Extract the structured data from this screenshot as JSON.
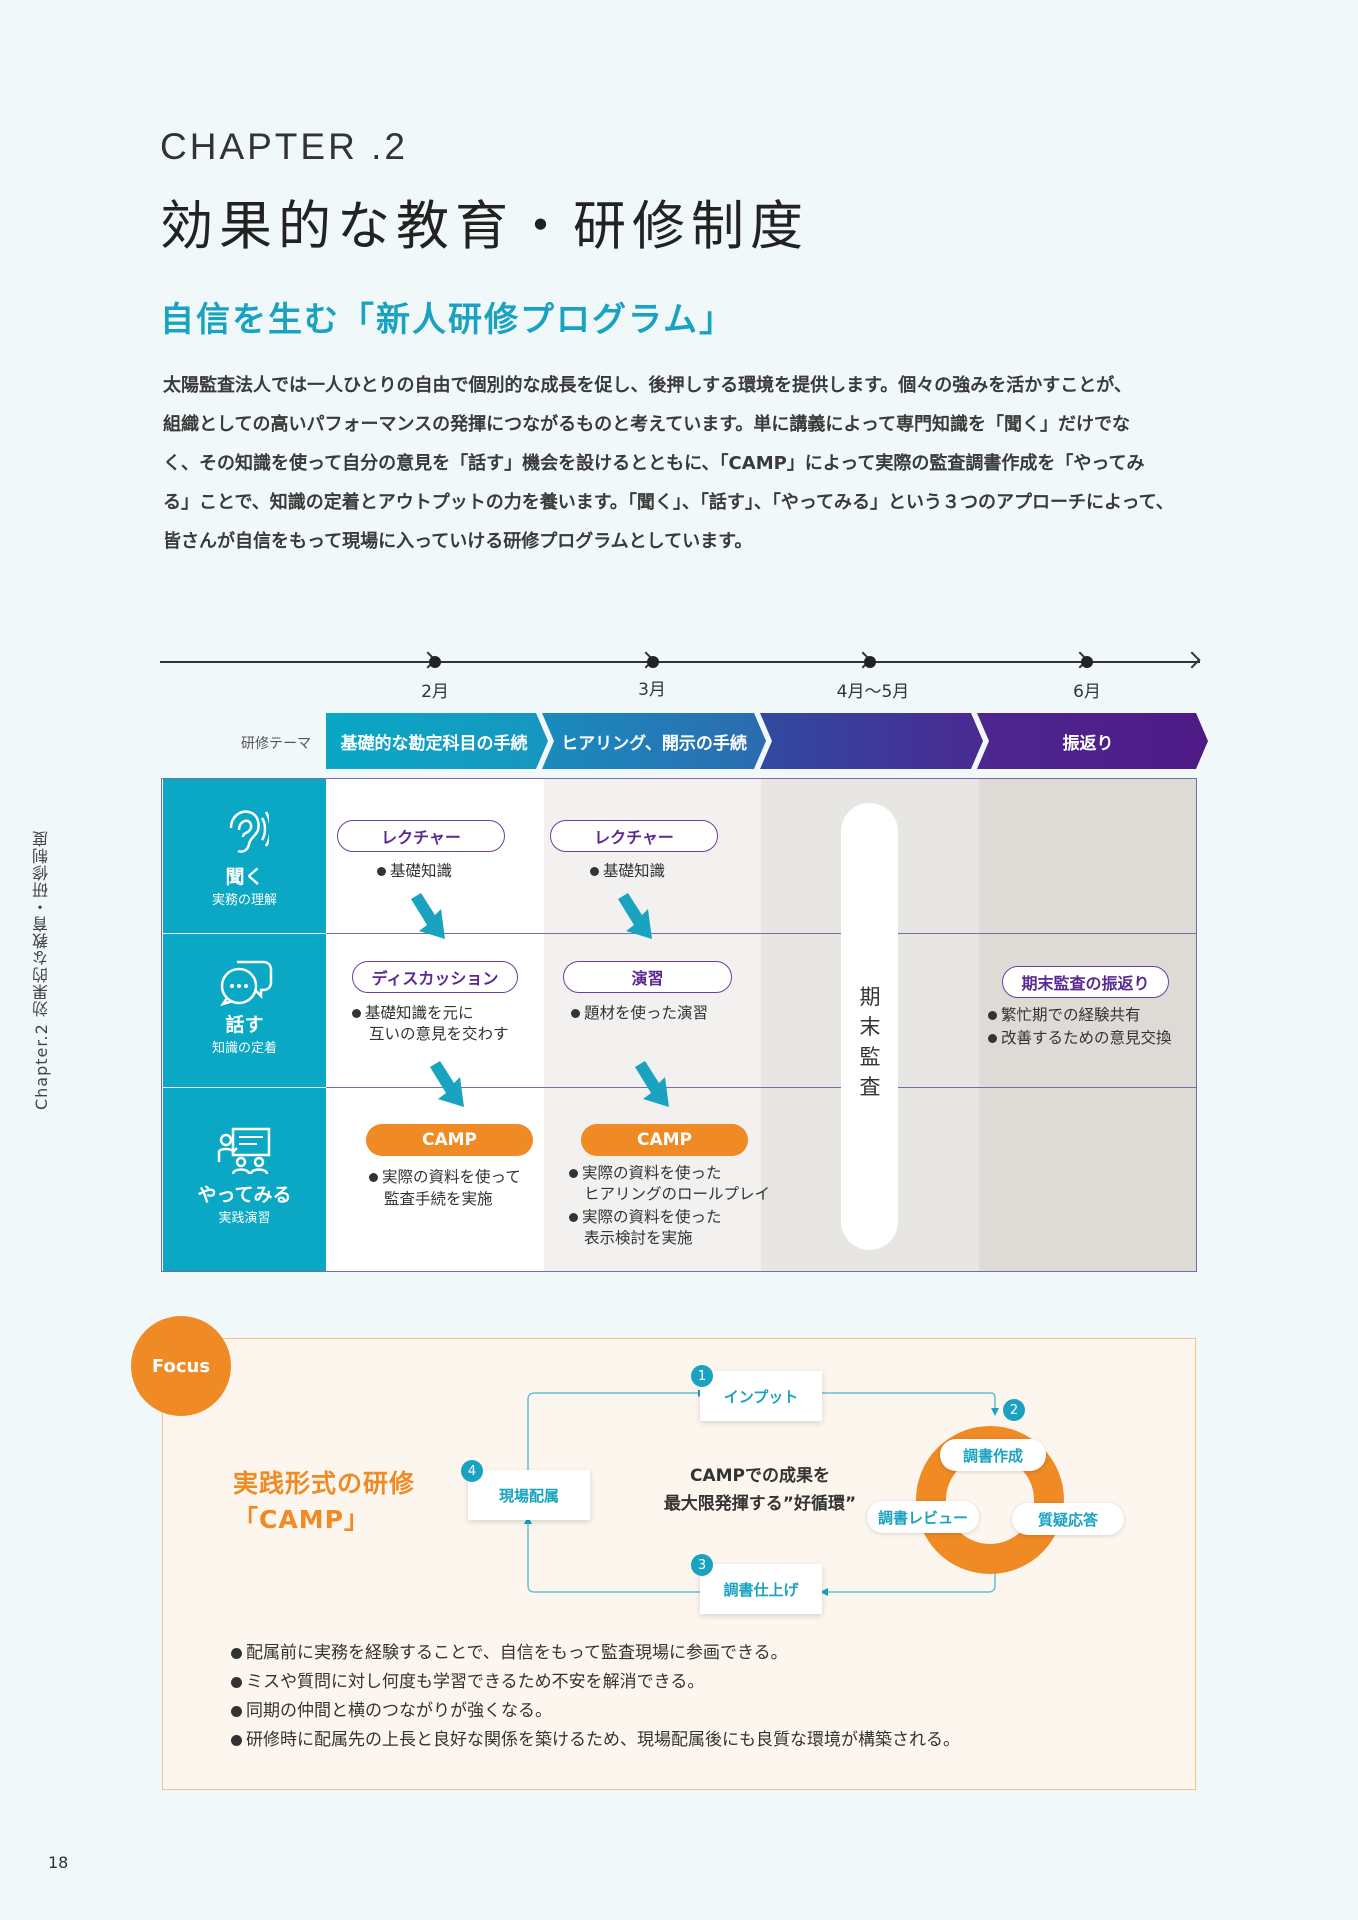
{
  "header": {
    "chapter": "CHAPTER .2",
    "title": "効果的な教育・研修制度",
    "subtitle": "自信を生む「新人研修プログラム」"
  },
  "intro": [
    "太陽監査法人では一人ひとりの自由で個別的な成長を促し、後押しする環境を提供します。個々の強みを活かすことが、",
    "組織としての高いパフォーマンスの発揮につながるものと考えています。単に講義によって専門知識を「聞く」だけでな",
    "く、その知識を使って自分の意見を「話す」機会を設けるとともに、「CAMP」によって実際の監査調書作成を「やってみ",
    "る」ことで、知識の定着とアウトプットの力を養います。「聞く」、「話す」、「やってみる」という３つのアプローチによって、",
    "皆さんが自信をもって現場に入っていける研修プログラムとしています。"
  ],
  "timeline": {
    "months": [
      "2月",
      "3月",
      "4月〜5月",
      "6月"
    ],
    "theme_label": "研修テーマ",
    "themes": [
      "基礎的な勘定科目の手続",
      "ヒアリング、開示の手続",
      "",
      "振返り"
    ]
  },
  "rows": [
    {
      "label": "聞く",
      "sub": "実務の理解",
      "icon": "ear-icon"
    },
    {
      "label": "話す",
      "sub": "知識の定着",
      "icon": "speech-bubble-icon"
    },
    {
      "label": "やってみる",
      "sub": "実践演習",
      "icon": "presentation-icon"
    }
  ],
  "cells": {
    "feb_listen": {
      "pill": "レクチャー",
      "bullets": [
        "基礎知識"
      ]
    },
    "mar_listen": {
      "pill": "レクチャー",
      "bullets": [
        "基礎知識"
      ]
    },
    "feb_talk": {
      "pill": "ディスカッション",
      "bullets": [
        "基礎知識を元に",
        "互いの意見を交わす"
      ]
    },
    "mar_talk": {
      "pill": "演習",
      "bullets": [
        "題材を使った演習"
      ]
    },
    "feb_do": {
      "pill": "CAMP",
      "bullets": [
        "実際の資料を使って",
        "監査手続を実施"
      ]
    },
    "mar_do": {
      "pill": "CAMP",
      "bullets": [
        "実際の資料を使った",
        "ヒアリングのロールプレイ",
        "実際の資料を使った",
        "表示検討を実施"
      ]
    },
    "audit": "期末監査",
    "jun_talk": {
      "pill": "期末監査の振返り",
      "bullets": [
        "繁忙期での経験共有",
        "改善するための意見交換"
      ]
    }
  },
  "focus": {
    "badge": "Focus",
    "title_line1": "実践形式の研修",
    "title_line2": "「CAMP」",
    "cycle_center_line1": "CAMPでの成果を",
    "cycle_center_line2": "最大限発揮する”好循環”",
    "steps": [
      {
        "num": "1",
        "label": "インプット"
      },
      {
        "num": "2",
        "label": "調書作成"
      },
      {
        "num": "3",
        "label": "調書仕上げ"
      },
      {
        "num": "4",
        "label": "現場配属"
      }
    ],
    "ring_labels": [
      "調書作成",
      "調書レビュー",
      "質疑応答"
    ],
    "bullets": [
      "配属前に実務を経験することで、自信をもって監査現場に参画できる。",
      "ミスや質問に対し何度も学習できるため不安を解消できる。",
      "同期の仲間と横のつながりが強くなる。",
      "研修時に配属先の上長と良好な関係を築けるため、現場配属後にも良質な環境が構築される。"
    ]
  },
  "sidebar": "Chapter.2 効果的な教育・研修制度",
  "page_number": "18",
  "colors": {
    "teal": "#0ba8c5",
    "purple": "#4a1a88",
    "orange": "#ef8a25"
  }
}
